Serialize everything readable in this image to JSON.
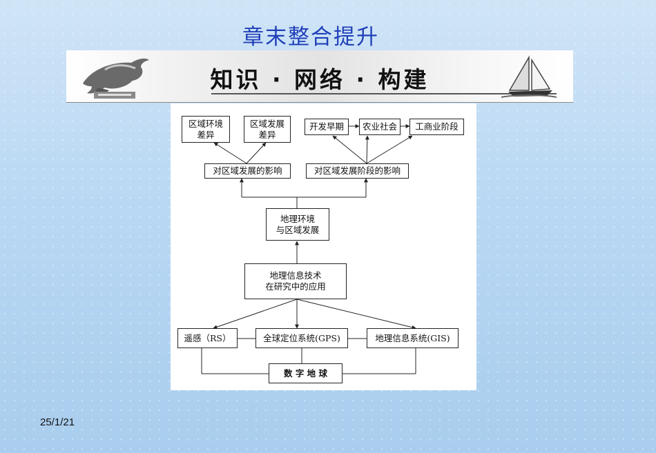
{
  "slide": {
    "title": "章末整合提升",
    "date": "25/1/21"
  },
  "banner": {
    "text": "知识 · 网络 · 构建"
  },
  "diagram": {
    "region_env_diff": [
      "区域环境",
      "差异"
    ],
    "region_dev_diff": [
      "区域发展",
      "差异"
    ],
    "early_stage": "开发早期",
    "agri_society": "农业社会",
    "industrial_stage": "工商业阶段",
    "impact_region_dev": "对区域发展的影响",
    "impact_dev_stage": "对区域发展阶段的影响",
    "geo_env": [
      "地理环境",
      "与区域发展"
    ],
    "geo_info_tech": [
      "地理信息技术",
      "在研究中的应用"
    ],
    "rs": "遥感（RS）",
    "gps": "全球定位系统(GPS)",
    "gis": "地理信息系统(GIS)",
    "digital_earth": "数 字 地 球"
  }
}
